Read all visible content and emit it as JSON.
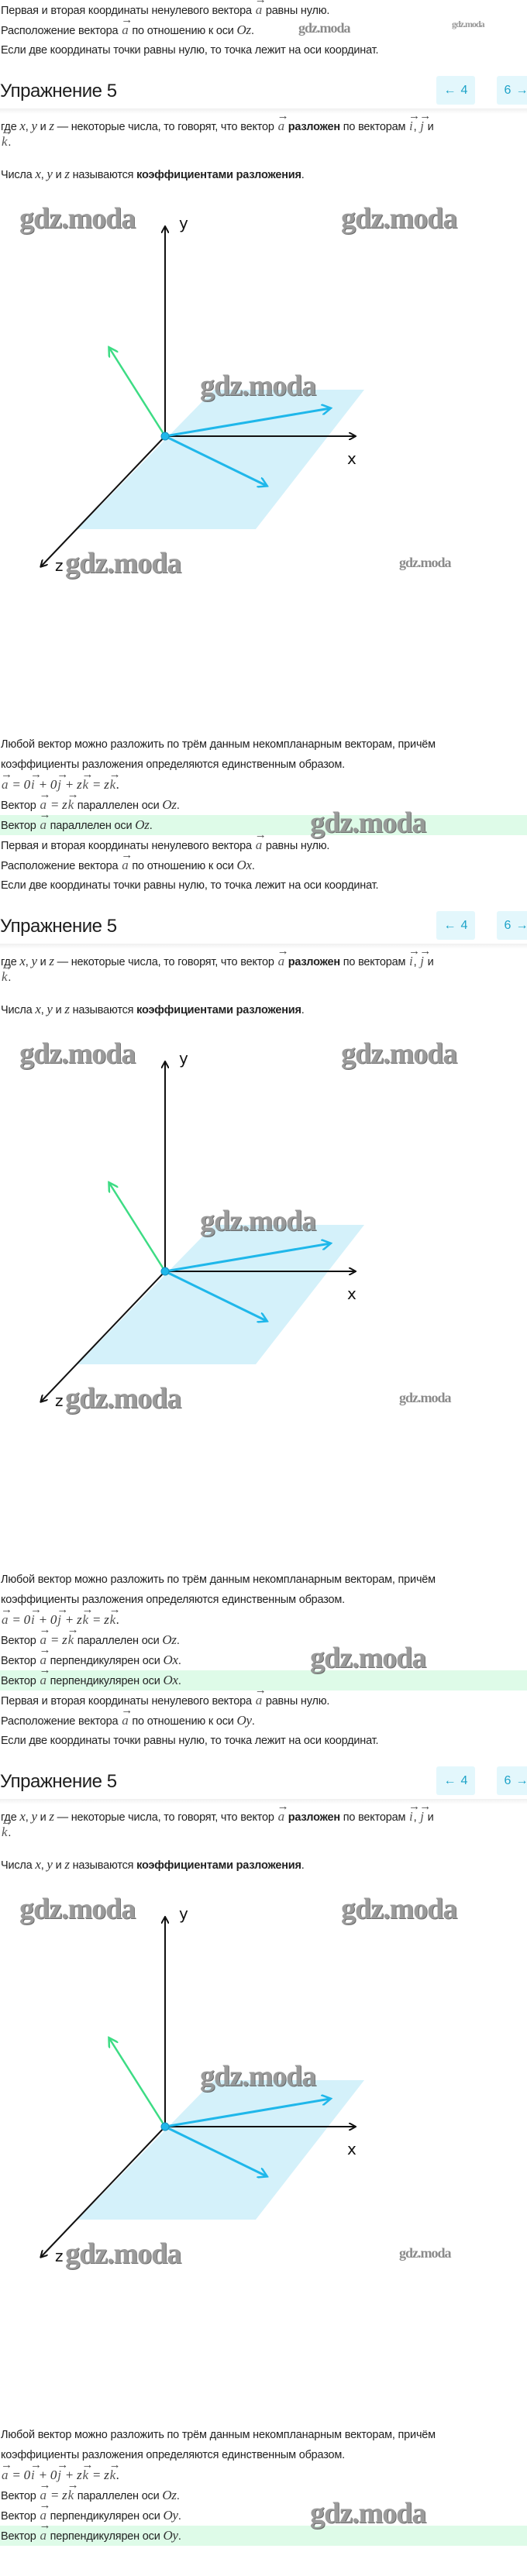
{
  "watermark": "gdz.moda",
  "colors": {
    "accent": "#1ea3c8",
    "button_bg": "#e3f7fc",
    "highlight": "#defbe8",
    "plane": "#d4f1fa",
    "green_vector": "#3ddc84",
    "blue_vector": "#1fb7ea"
  },
  "top_lines": [
    [
      {
        "t": "Первая и вторая координаты ненулевого вектора "
      },
      {
        "v": "a"
      },
      {
        "t": " равны нулю."
      }
    ],
    [
      {
        "t": "Расположение вектора "
      },
      {
        "v": "a"
      },
      {
        "t": " по отношению к оси "
      },
      {
        "m": "Oz"
      },
      {
        "t": "."
      }
    ],
    [
      {
        "t": "Если две координаты точки равны нулю, то точка лежит на оси координат."
      }
    ]
  ],
  "sections": [
    {
      "title": "Упражнение 5",
      "prev_label": "4",
      "next_label": "6",
      "intro": [
        [
          {
            "t": "где "
          },
          {
            "m": "x"
          },
          {
            "t": ", "
          },
          {
            "m": "y"
          },
          {
            "t": " и "
          },
          {
            "m": "z"
          },
          {
            "t": " — некоторые числа, то говорят, что вектор "
          },
          {
            "v": "a"
          },
          {
            "t": " "
          },
          {
            "b": "разложен"
          },
          {
            "t": " по векторам "
          },
          {
            "v": "i"
          },
          {
            "t": ", "
          },
          {
            "v": "j"
          },
          {
            "t": " и"
          }
        ],
        [
          {
            "v": "k"
          },
          {
            "t": "."
          }
        ],
        [
          {
            "t": "Числа "
          },
          {
            "m": "x"
          },
          {
            "t": ", "
          },
          {
            "m": "y"
          },
          {
            "t": " и "
          },
          {
            "m": "z"
          },
          {
            "t": " называются "
          },
          {
            "b": "коэффициентами разложения"
          },
          {
            "t": "."
          }
        ]
      ],
      "figure": {
        "y_label": "y",
        "x_label": "x",
        "z_label": "z"
      },
      "highlight_index": 4,
      "lines": [
        [
          {
            "t": "Любой вектор можно разложить по трём данным некомпланарным векторам, причём"
          }
        ],
        [
          {
            "t": "коэффициенты разложения определяются единственным образом."
          }
        ],
        [
          {
            "v": "a"
          },
          {
            "m": " = 0"
          },
          {
            "v": "i"
          },
          {
            "m": " + 0"
          },
          {
            "v": "j"
          },
          {
            "m": " + z"
          },
          {
            "v": "k"
          },
          {
            "m": " = z"
          },
          {
            "v": "k"
          },
          {
            "m": "."
          }
        ],
        [
          {
            "t": "Вектор "
          },
          {
            "v": "a"
          },
          {
            "m": " = z"
          },
          {
            "v": "k"
          },
          {
            "t": " параллелен оси "
          },
          {
            "m": "Oz"
          },
          {
            "t": "."
          }
        ],
        [
          {
            "t": "Вектор "
          },
          {
            "v": "a"
          },
          {
            "t": " параллелен оси "
          },
          {
            "m": "Oz"
          },
          {
            "t": "."
          }
        ],
        [
          {
            "t": "Первая и вторая координаты ненулевого вектора "
          },
          {
            "v": "a"
          },
          {
            "t": " равны нулю."
          }
        ],
        [
          {
            "t": "Расположение вектора "
          },
          {
            "v": "a"
          },
          {
            "t": " по отношению к оси "
          },
          {
            "m": "Ox"
          },
          {
            "t": "."
          }
        ],
        [
          {
            "t": "Если две координаты точки равны нулю, то точка лежит на оси координат."
          }
        ]
      ]
    },
    {
      "title": "Упражнение 5",
      "prev_label": "4",
      "next_label": "6",
      "intro": [
        [
          {
            "t": "где "
          },
          {
            "m": "x"
          },
          {
            "t": ", "
          },
          {
            "m": "y"
          },
          {
            "t": " и "
          },
          {
            "m": "z"
          },
          {
            "t": " — некоторые числа, то говорят, что вектор "
          },
          {
            "v": "a"
          },
          {
            "t": " "
          },
          {
            "b": "разложен"
          },
          {
            "t": " по векторам "
          },
          {
            "v": "i"
          },
          {
            "t": ", "
          },
          {
            "v": "j"
          },
          {
            "t": " и"
          }
        ],
        [
          {
            "v": "k"
          },
          {
            "t": "."
          }
        ],
        [
          {
            "t": "Числа "
          },
          {
            "m": "x"
          },
          {
            "t": ", "
          },
          {
            "m": "y"
          },
          {
            "t": " и "
          },
          {
            "m": "z"
          },
          {
            "t": " называются "
          },
          {
            "b": "коэффициентами разложения"
          },
          {
            "t": "."
          }
        ]
      ],
      "figure": {
        "y_label": "y",
        "x_label": "x",
        "z_label": "z"
      },
      "highlight_index": 5,
      "lines": [
        [
          {
            "t": "Любой вектор можно разложить по трём данным некомпланарным векторам, причём"
          }
        ],
        [
          {
            "t": "коэффициенты разложения определяются единственным образом."
          }
        ],
        [
          {
            "v": "a"
          },
          {
            "m": " = 0"
          },
          {
            "v": "i"
          },
          {
            "m": " + 0"
          },
          {
            "v": "j"
          },
          {
            "m": " + z"
          },
          {
            "v": "k"
          },
          {
            "m": " = z"
          },
          {
            "v": "k"
          },
          {
            "m": "."
          }
        ],
        [
          {
            "t": "Вектор "
          },
          {
            "v": "a"
          },
          {
            "m": " = z"
          },
          {
            "v": "k"
          },
          {
            "t": " параллелен оси "
          },
          {
            "m": "Oz"
          },
          {
            "t": "."
          }
        ],
        [
          {
            "t": "Вектор "
          },
          {
            "v": "a"
          },
          {
            "t": " перпендикулярен оси "
          },
          {
            "m": "Ox"
          },
          {
            "t": "."
          }
        ],
        [
          {
            "t": "Вектор "
          },
          {
            "v": "a"
          },
          {
            "t": " перпендикулярен оси "
          },
          {
            "m": "Ox"
          },
          {
            "t": "."
          }
        ],
        [
          {
            "t": "Первая и вторая координаты ненулевого вектора "
          },
          {
            "v": "a"
          },
          {
            "t": " равны нулю."
          }
        ],
        [
          {
            "t": "Расположение вектора "
          },
          {
            "v": "a"
          },
          {
            "t": " по отношению к оси "
          },
          {
            "m": "Oy"
          },
          {
            "t": "."
          }
        ],
        [
          {
            "t": "Если две координаты точки равны нулю, то точка лежит на оси координат."
          }
        ]
      ]
    },
    {
      "title": "Упражнение 5",
      "prev_label": "4",
      "next_label": "6",
      "intro": [
        [
          {
            "t": "где "
          },
          {
            "m": "x"
          },
          {
            "t": ", "
          },
          {
            "m": "y"
          },
          {
            "t": " и "
          },
          {
            "m": "z"
          },
          {
            "t": " — некоторые числа, то говорят, что вектор "
          },
          {
            "v": "a"
          },
          {
            "t": " "
          },
          {
            "b": "разложен"
          },
          {
            "t": " по векторам "
          },
          {
            "v": "i"
          },
          {
            "t": ", "
          },
          {
            "v": "j"
          },
          {
            "t": " и"
          }
        ],
        [
          {
            "v": "k"
          },
          {
            "t": "."
          }
        ],
        [
          {
            "t": "Числа "
          },
          {
            "m": "x"
          },
          {
            "t": ", "
          },
          {
            "m": "y"
          },
          {
            "t": " и "
          },
          {
            "m": "z"
          },
          {
            "t": " называются "
          },
          {
            "b": "коэффициентами разложения"
          },
          {
            "t": "."
          }
        ]
      ],
      "figure": {
        "y_label": "y",
        "x_label": "x",
        "z_label": "z"
      },
      "highlight_index": 5,
      "lines": [
        [
          {
            "t": "Любой вектор можно разложить по трём данным некомпланарным векторам, причём"
          }
        ],
        [
          {
            "t": "коэффициенты разложения определяются единственным образом."
          }
        ],
        [
          {
            "v": "a"
          },
          {
            "m": " = 0"
          },
          {
            "v": "i"
          },
          {
            "m": " + 0"
          },
          {
            "v": "j"
          },
          {
            "m": " + z"
          },
          {
            "v": "k"
          },
          {
            "m": " = z"
          },
          {
            "v": "k"
          },
          {
            "m": "."
          }
        ],
        [
          {
            "t": "Вектор "
          },
          {
            "v": "a"
          },
          {
            "m": " = z"
          },
          {
            "v": "k"
          },
          {
            "t": " параллелен оси "
          },
          {
            "m": "Oz"
          },
          {
            "t": "."
          }
        ],
        [
          {
            "t": "Вектор "
          },
          {
            "v": "a"
          },
          {
            "t": " перпендикулярен оси "
          },
          {
            "m": "Oy"
          },
          {
            "t": "."
          }
        ],
        [
          {
            "t": "Вектор "
          },
          {
            "v": "a"
          },
          {
            "t": " перпендикулярен оси "
          },
          {
            "m": "Oy"
          },
          {
            "t": "."
          }
        ]
      ]
    }
  ]
}
